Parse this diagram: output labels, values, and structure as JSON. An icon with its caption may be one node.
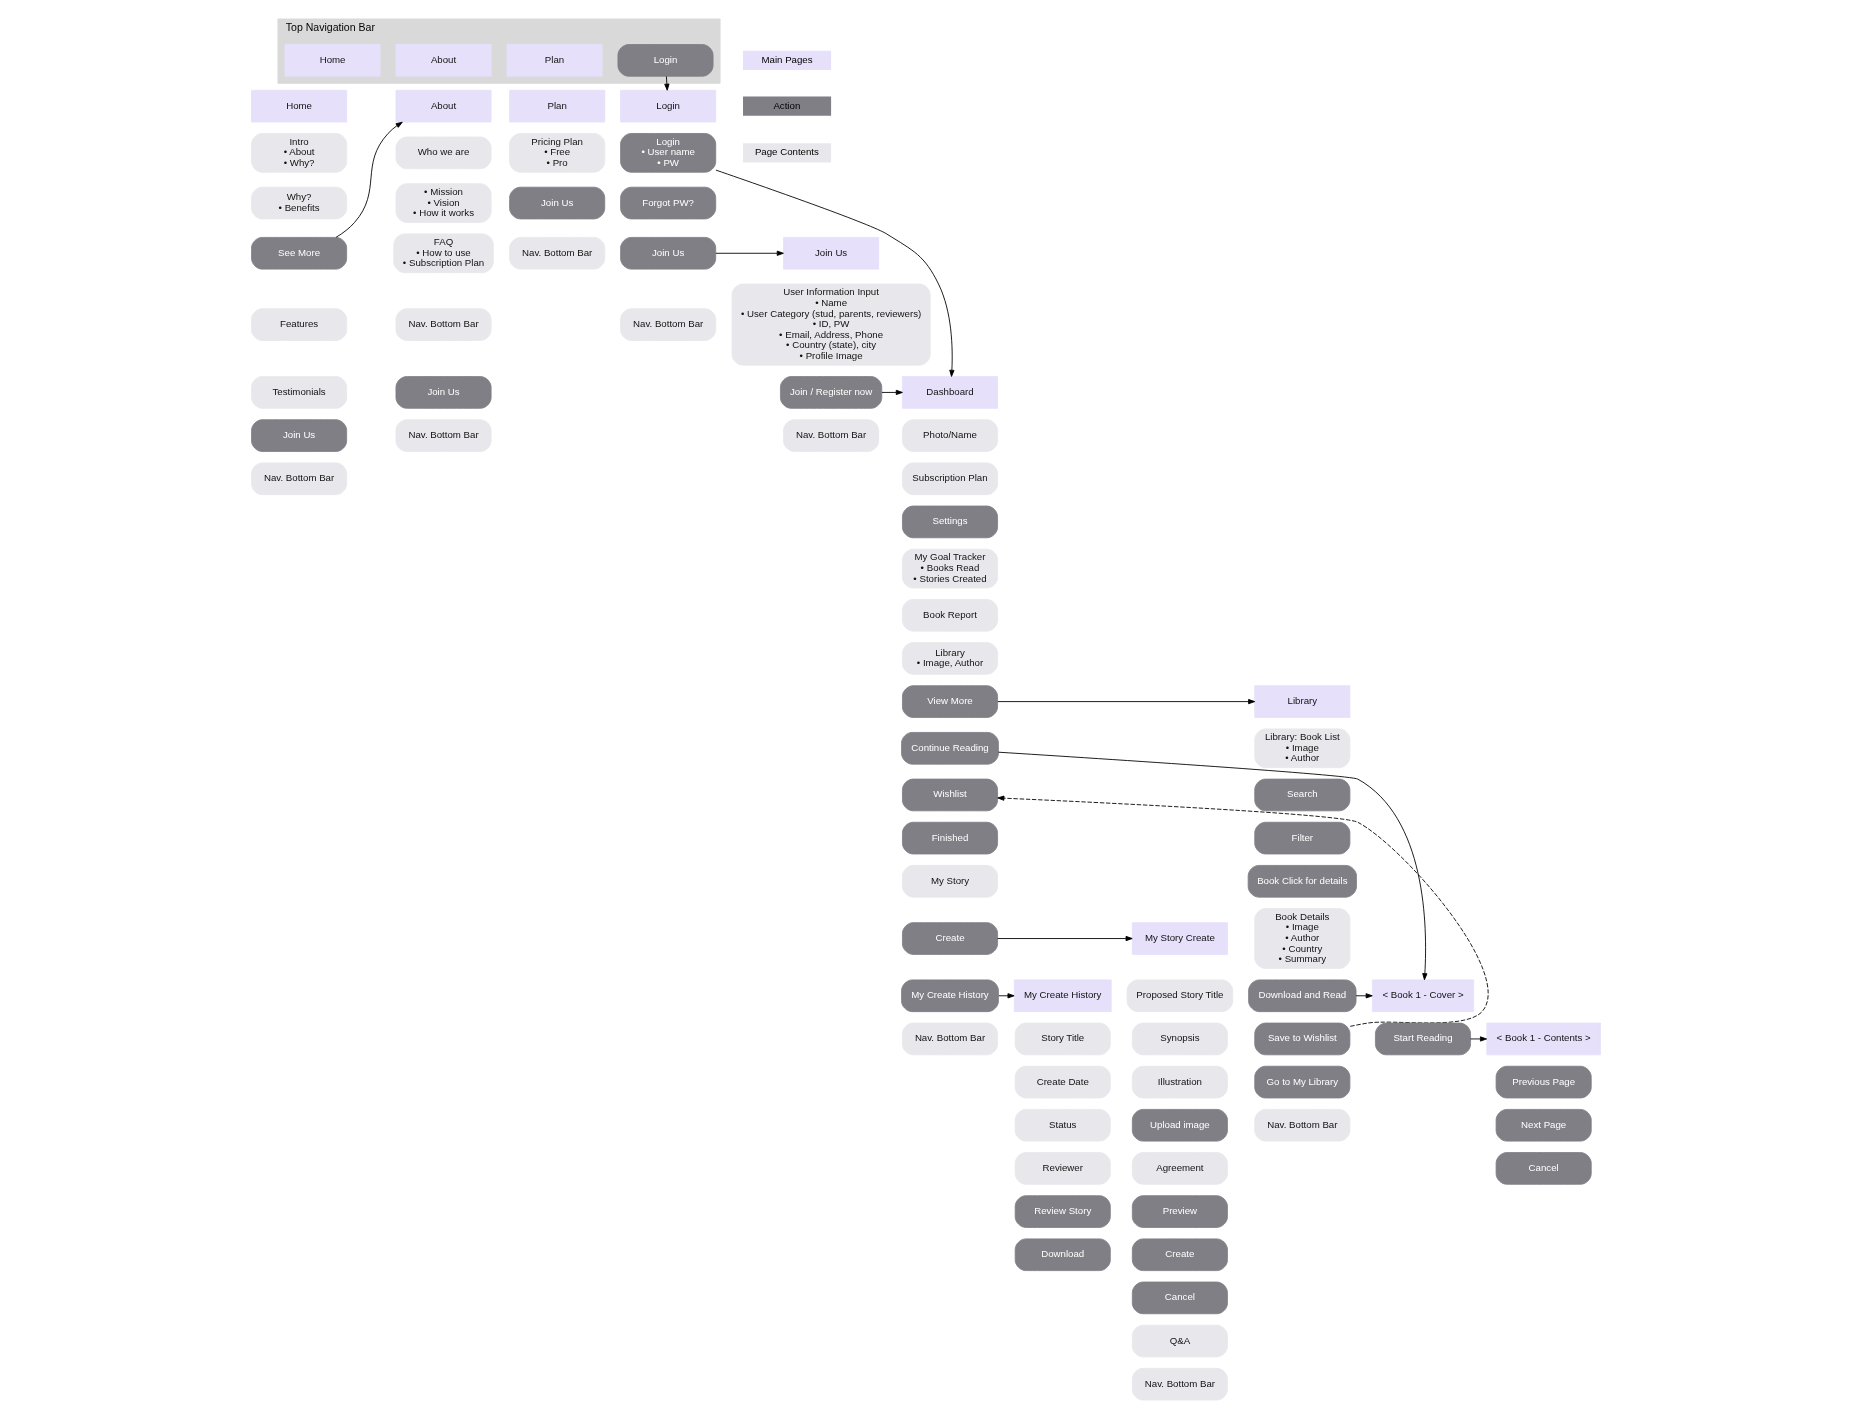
{
  "diagram": {
    "nodes": [
      {
        "text": [
          "Top Navigation Bar"
        ]
      },
      {
        "text": [
          "Home"
        ],
        "in": 0
      },
      {
        "text": [
          "About"
        ],
        "in": 0
      },
      {
        "text": [
          "Plan"
        ],
        "in": 0
      },
      {
        "text": [
          "Login"
        ],
        "in": 0
      },
      {
        "text": [
          "Home"
        ]
      },
      {
        "text": [
          "Intro • About • Why?"
        ]
      },
      {
        "text": [
          "Why? • Benefits"
        ]
      },
      {
        "text": [
          "See More"
        ]
      },
      {
        "text": [
          "Features"
        ]
      },
      {
        "text": [
          "Testimonials"
        ]
      },
      {
        "text": [
          "Join Us"
        ]
      },
      {
        "text": [
          "Nav. Bottom Bar"
        ]
      },
      {
        "text": [
          "About"
        ]
      },
      {
        "text": [
          "Who we are"
        ]
      },
      {
        "text": [
          "• Mission • Vision • How it works"
        ]
      },
      {
        "text": [
          "FAQ • How to use • Subscription Plan"
        ]
      },
      {
        "text": [
          "Nav. Bottom Bar"
        ]
      },
      {
        "text": [
          "Join Us"
        ]
      },
      {
        "text": [
          "Nav. Bottom Bar"
        ]
      },
      {
        "text": [
          "Plan"
        ]
      },
      {
        "text": [
          "Pricing Plan • Free • Pro"
        ]
      },
      {
        "text": [
          "Join Us"
        ]
      },
      {
        "text": [
          "Nav. Bottom Bar"
        ]
      },
      {
        "text": [
          "Login"
        ]
      },
      {
        "text": [
          "Login • User name • PW"
        ]
      },
      {
        "text": [
          "Forgot PW?"
        ]
      },
      {
        "text": [
          "Join Us"
        ]
      },
      {
        "text": [
          "Nav. Bottom Bar"
        ]
      },
      {
        "text": [
          "Join Us"
        ]
      },
      {
        "text": [
          "User Information Input • Name • User Category (stud, parents, reviewers) • ID, PW • Email, Address, Phone • Country (state), city • Profile Image"
        ]
      },
      {
        "text": [
          "Join / Register now"
        ]
      },
      {
        "text": [
          "Nav. Bottom Bar"
        ]
      },
      {
        "text": [
          "Dashboard"
        ]
      },
      {
        "text": [
          "Photo/Name"
        ]
      },
      {
        "text": [
          "Subscription Plan"
        ]
      },
      {
        "text": [
          "Settings"
        ]
      },
      {
        "text": [
          "My Goal Tracker • Books Read • Stories Created"
        ]
      },
      {
        "text": [
          "Book Report"
        ]
      },
      {
        "text": [
          "Library • Image, Author"
        ]
      },
      {
        "text": [
          "View More"
        ]
      },
      {
        "text": [
          "Continue Reading"
        ]
      },
      {
        "text": [
          "Wishlist"
        ]
      },
      {
        "text": [
          "Finished"
        ]
      },
      {
        "text": [
          "My Story"
        ]
      },
      {
        "text": [
          "Create"
        ]
      },
      {
        "text": [
          "My Create History"
        ]
      },
      {
        "text": [
          "Nav. Bottom Bar"
        ]
      },
      {
        "text": [
          "My Create History"
        ]
      },
      {
        "text": [
          "Story Title"
        ]
      },
      {
        "text": [
          "Create Date"
        ]
      },
      {
        "text": [
          "Status"
        ]
      },
      {
        "text": [
          "Reviewer"
        ]
      },
      {
        "text": [
          "Review Story"
        ]
      },
      {
        "text": [
          "Download"
        ]
      },
      {
        "text": [
          "My Story Create"
        ]
      },
      {
        "text": [
          "Proposed Story Title"
        ]
      },
      {
        "text": [
          "Synopsis"
        ]
      },
      {
        "text": [
          "Illustration"
        ]
      },
      {
        "text": [
          "Upload image"
        ]
      },
      {
        "text": [
          "Agreement"
        ]
      },
      {
        "text": [
          "Preview"
        ]
      },
      {
        "text": [
          "Create"
        ]
      },
      {
        "text": [
          "Cancel"
        ]
      },
      {
        "text": [
          "Q&A"
        ]
      },
      {
        "text": [
          "Nav. Bottom Bar"
        ]
      },
      {
        "text": [
          "Library"
        ]
      },
      {
        "text": [
          "Library: Book List • Image • Author"
        ]
      },
      {
        "text": [
          "Search"
        ]
      },
      {
        "text": [
          "Filter"
        ]
      },
      {
        "text": [
          "Book Click for details"
        ]
      },
      {
        "text": [
          "Book Details • Image • Author • Country • Summary"
        ]
      },
      {
        "text": [
          "Download and Read"
        ]
      },
      {
        "text": [
          "Save to Wishlist"
        ]
      },
      {
        "text": [
          "Go to My Library"
        ]
      },
      {
        "text": [
          "Nav. Bottom Bar"
        ]
      },
      {
        "text": [
          "< Book 1 - Cover >"
        ]
      },
      {
        "text": [
          "Start Reading"
        ]
      },
      {
        "text": [
          "< Book 1 - Contents >"
        ]
      },
      {
        "text": [
          "Previous Page"
        ]
      },
      {
        "text": [
          "Next Page"
        ]
      },
      {
        "text": [
          "Cancel"
        ]
      }
    ],
    "edges": [
      {
        "from": 4,
        "to": 24,
        "arrow": "to"
      },
      {
        "from": 8,
        "to": 13,
        "arrow": "to"
      },
      {
        "from": 25,
        "to": 33,
        "arrow": "to"
      },
      {
        "from": 27,
        "to": 29,
        "arrow": "to"
      },
      {
        "from": 31,
        "to": 33,
        "arrow": "to"
      },
      {
        "from": 40,
        "to": 66,
        "arrow": "to"
      },
      {
        "from": 41,
        "to": 76,
        "arrow": "to"
      },
      {
        "from": 73,
        "to": 42,
        "arrow": "to",
        "style": "dashed"
      },
      {
        "from": 45,
        "to": 55,
        "arrow": "to"
      },
      {
        "from": 46,
        "to": 48,
        "arrow": "to"
      },
      {
        "from": 72,
        "to": 76,
        "arrow": "to"
      },
      {
        "from": 77,
        "to": 78,
        "arrow": "to"
      }
    ],
    "legend": [
      {
        "text": "Main Pages",
        "color": "#e6e0fb"
      },
      {
        "text": "Action",
        "color": "#7f7f85"
      },
      {
        "text": "Page Contents",
        "color": "#e8e8ec"
      }
    ]
  }
}
